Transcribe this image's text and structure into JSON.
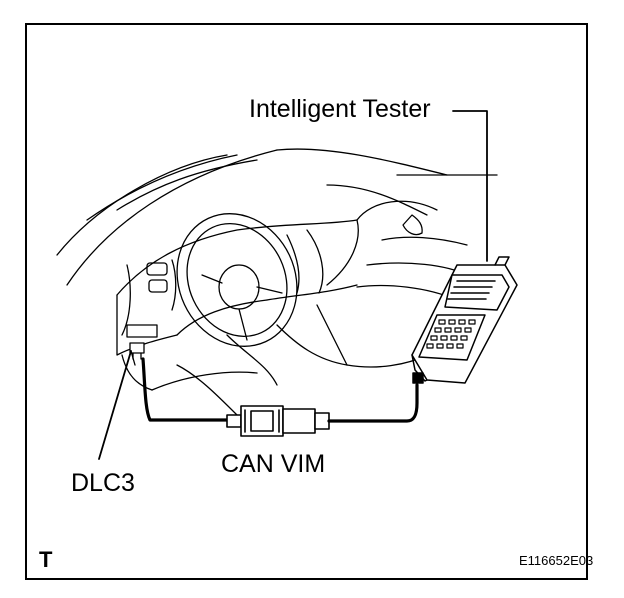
{
  "labels": {
    "tester": "Intelligent Tester",
    "dlc3": "DLC3",
    "can_vim": "CAN VIM",
    "corner": "T",
    "figure_id": "E116652E03"
  }
}
